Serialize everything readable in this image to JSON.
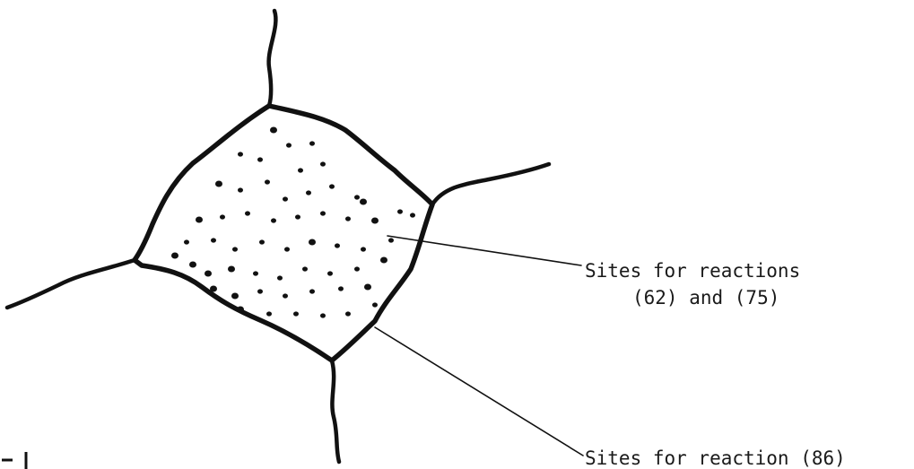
{
  "labels": {
    "reactions_62_75_line1": "Sites for reactions",
    "reactions_62_75_line2": "(62) and (75)",
    "reaction_86": "Sites for reaction (86)"
  },
  "colors": {
    "ink": "#111111",
    "background": "#ffffff"
  }
}
